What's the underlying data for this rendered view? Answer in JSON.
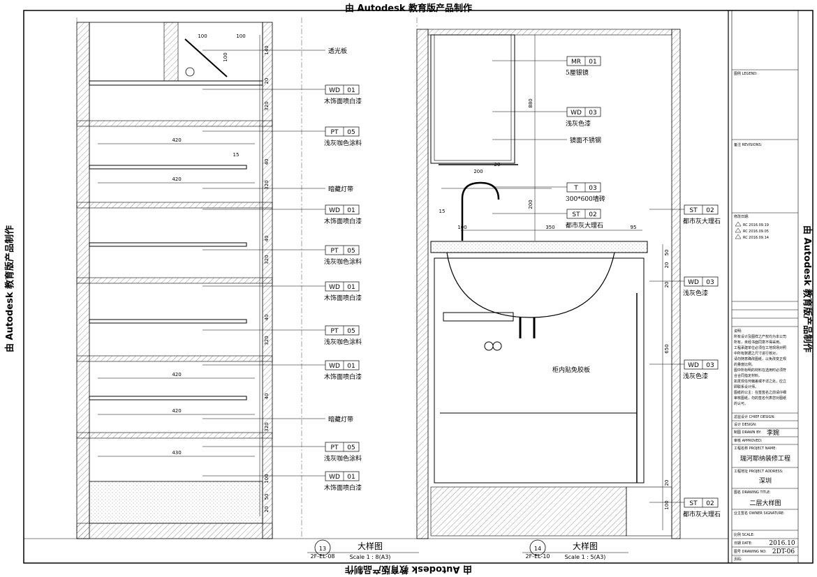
{
  "watermark": {
    "text": "由 Autodesk 教育版产品制作"
  },
  "left_section": {
    "callouts": [
      {
        "code": "",
        "num": "",
        "text": "透光板"
      },
      {
        "code": "WD",
        "num": "01",
        "text": "木饰面喷白漆"
      },
      {
        "code": "PT",
        "num": "05",
        "text": "浅灰咖色涂料"
      },
      {
        "code": "",
        "num": "",
        "text": "暗藏灯带"
      },
      {
        "code": "WD",
        "num": "01",
        "text": "木饰面喷白漆"
      },
      {
        "code": "PT",
        "num": "05",
        "text": "浅灰咖色涂料"
      },
      {
        "code": "WD",
        "num": "01",
        "text": "木饰面喷白漆"
      },
      {
        "code": "PT",
        "num": "05",
        "text": "浅灰咖色涂料"
      },
      {
        "code": "WD",
        "num": "01",
        "text": "木饰面喷白漆"
      },
      {
        "code": "",
        "num": "",
        "text": "暗藏灯带"
      },
      {
        "code": "PT",
        "num": "05",
        "text": "浅灰咖色涂料"
      },
      {
        "code": "WD",
        "num": "01",
        "text": "木饰面喷白漆"
      }
    ],
    "dims": [
      "100",
      "100",
      "100",
      "140",
      "20",
      "320",
      "420",
      "420",
      "15",
      "40",
      "320",
      "40",
      "320",
      "40",
      "320",
      "420",
      "40",
      "420",
      "320",
      "430",
      "100",
      "50",
      "20"
    ],
    "title": {
      "number": "13",
      "sheet": "2F-EL-08",
      "name": "大样图",
      "scale": "Scale 1 : 8(A3)"
    }
  },
  "right_section": {
    "callouts_left": [
      {
        "code": "MR",
        "num": "01",
        "text": "5厘银镜"
      },
      {
        "code": "WD",
        "num": "03",
        "text": "浅灰色漆"
      },
      {
        "code": "",
        "num": "",
        "text": "镜面不锈钢"
      },
      {
        "code": "T",
        "num": "03",
        "text": "300*600墙砖"
      },
      {
        "code": "ST",
        "num": "02",
        "text": "都市灰大理石"
      }
    ],
    "callouts_right": [
      {
        "code": "ST",
        "num": "02",
        "text": "都市灰大理石"
      },
      {
        "code": "WD",
        "num": "03",
        "text": "浅灰色漆"
      },
      {
        "code": "WD",
        "num": "03",
        "text": "浅灰色漆"
      },
      {
        "code": "ST",
        "num": "02",
        "text": "都市灰大理石"
      }
    ],
    "inner_label": "柜内贴免胶板",
    "dims": [
      "880",
      "200",
      "20",
      "200",
      "15",
      "100",
      "350",
      "95",
      "50",
      "20",
      "20",
      "650",
      "100",
      "20"
    ],
    "title": {
      "number": "14",
      "sheet": "2F-EL-10",
      "name": "大样图",
      "scale": "Scale 1 : 5(A3)"
    }
  },
  "title_block": {
    "legend": "图例 LEGEND:",
    "revisions": "备注 REVISIONS:",
    "revision_date_label": "修改日期:",
    "revision_items": [
      "RC 2016.09.19",
      "RC 2016.09.05",
      "RC 2016.09.14"
    ],
    "notes_title": "说明:",
    "notes": [
      "所有设计及图样之产权均为本公司",
      "所有，未经书面同意不得采用。",
      "工程承建单位必须在工地现场对照",
      "中所有数据之尺寸进行核对，",
      "请勿随意确改图纸，以免改变正规",
      "的量度比例。",
      "图中所标明的材料在选用时必须符",
      "合合同指定材料。",
      "如发现任何偏差或不详之处，应立",
      "即联系设计师。",
      "图纸的公主：在签签名之前请仔细",
      "审核图纸，勿的签名代表您对图纸",
      "的认可。"
    ],
    "group_design_label": "总监设计 CHIEF DESIGN:",
    "design_label": "设计 DESIGN:",
    "drawn_label": "制图 DRAWN BY:",
    "drawn_value": "李婉",
    "approved_label": "审核 APPROVED:",
    "project_name_label": "工程名称 PROJECT NAME:",
    "project_name": "瑞河耶纳装修工程",
    "project_address_label": "工程地址 PROJECT ADDRESS:",
    "project_address": "深圳",
    "drawing_title_label": "图名 DRAWING TITLE:",
    "drawing_title": "二层大样图",
    "owner_sig_label": "业主签名 OWNER SIGNATURE:",
    "scale_label": "比例 SCALE:",
    "date_label": "日期 DATE:",
    "date_value": "2016.10",
    "drawing_no_label": "图号 DRAWING NO:",
    "drawing_no": "2DT-06",
    "page_label": "页码:"
  }
}
